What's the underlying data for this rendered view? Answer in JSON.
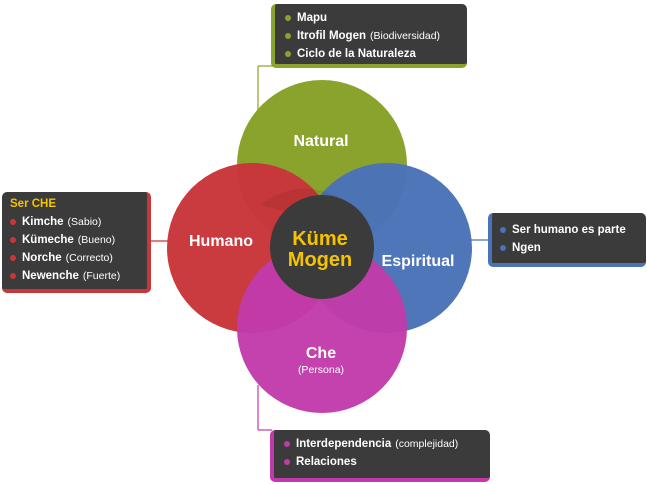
{
  "colors": {
    "natural": "#8aa32d",
    "humano": "#c8353a",
    "espiritual": "#4a72b8",
    "che": "#c23aaa",
    "center": "#3b3b3b",
    "center_text": "#f5c400",
    "panel_bg": "#3b3b3b"
  },
  "center": {
    "line1": "Küme",
    "line2": "Mogen"
  },
  "circles": {
    "natural": {
      "label": "Natural"
    },
    "humano": {
      "label": "Humano"
    },
    "espiritual": {
      "label": "Espiritual"
    },
    "che": {
      "label": "Che",
      "sublabel": "(Persona)"
    }
  },
  "panels": {
    "natural": {
      "items": [
        {
          "main": "Mapu",
          "sub": ""
        },
        {
          "main": "Itrofil Mogen",
          "sub": "(Biodiversidad)"
        },
        {
          "main": "Ciclo de la Naturaleza",
          "sub": ""
        }
      ]
    },
    "humano": {
      "title": "Ser CHE",
      "items": [
        {
          "main": "Kimche",
          "sub": "(Sabio)"
        },
        {
          "main": "Kümeche",
          "sub": "(Bueno)"
        },
        {
          "main": "Norche",
          "sub": "(Correcto)"
        },
        {
          "main": "Newenche",
          "sub": "(Fuerte)"
        }
      ]
    },
    "espiritual": {
      "items": [
        {
          "main": "Ser humano es parte",
          "sub": ""
        },
        {
          "main": "Ngen",
          "sub": ""
        }
      ]
    },
    "che": {
      "items": [
        {
          "main": "Interdependencia",
          "sub": "(complejidad)"
        },
        {
          "main": "Relaciones",
          "sub": ""
        }
      ]
    }
  }
}
